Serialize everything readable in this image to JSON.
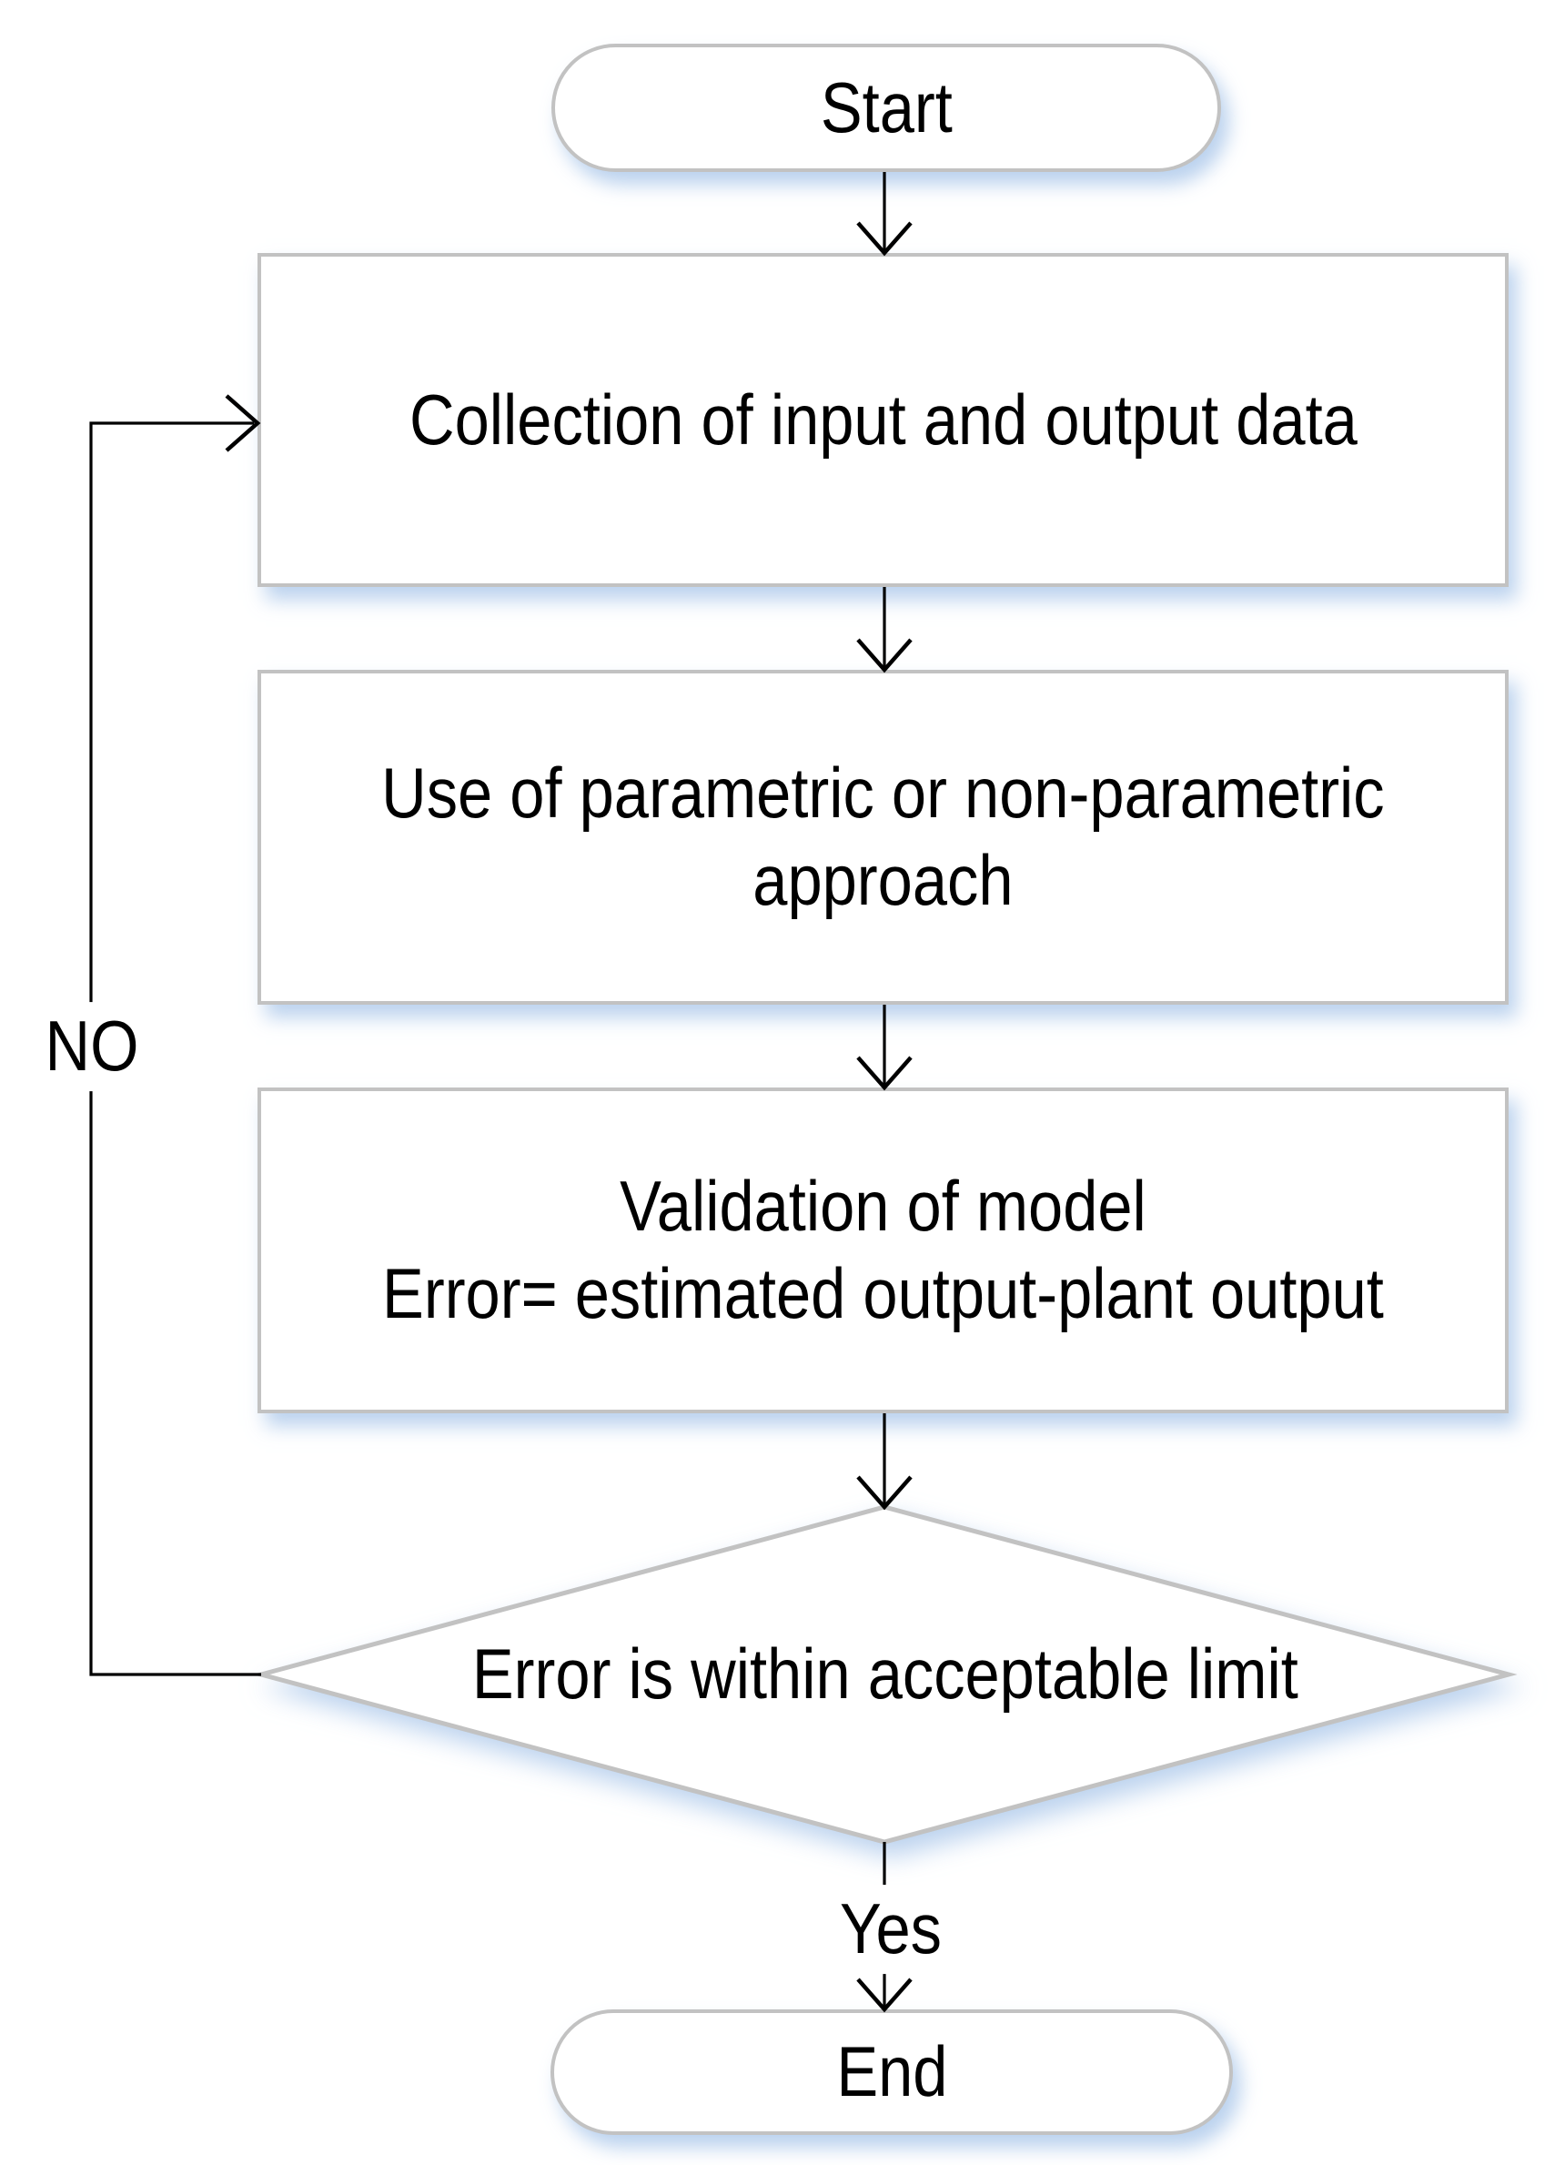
{
  "diagram": {
    "nodes": {
      "start": "Start",
      "collect": "Collection of input and output data",
      "approach": "Use of parametric or non-parametric\napproach",
      "validate": "Validation of model\nError= estimated output-plant output",
      "decision": "Error is within acceptable limit",
      "end": "End"
    },
    "edges": {
      "no": "NO",
      "yes": "Yes"
    },
    "colors": {
      "shape_border": "#c2c2c2",
      "connector": "#000000",
      "shadow": "#b8cbe6",
      "text": "#000000",
      "background": "#ffffff"
    }
  }
}
